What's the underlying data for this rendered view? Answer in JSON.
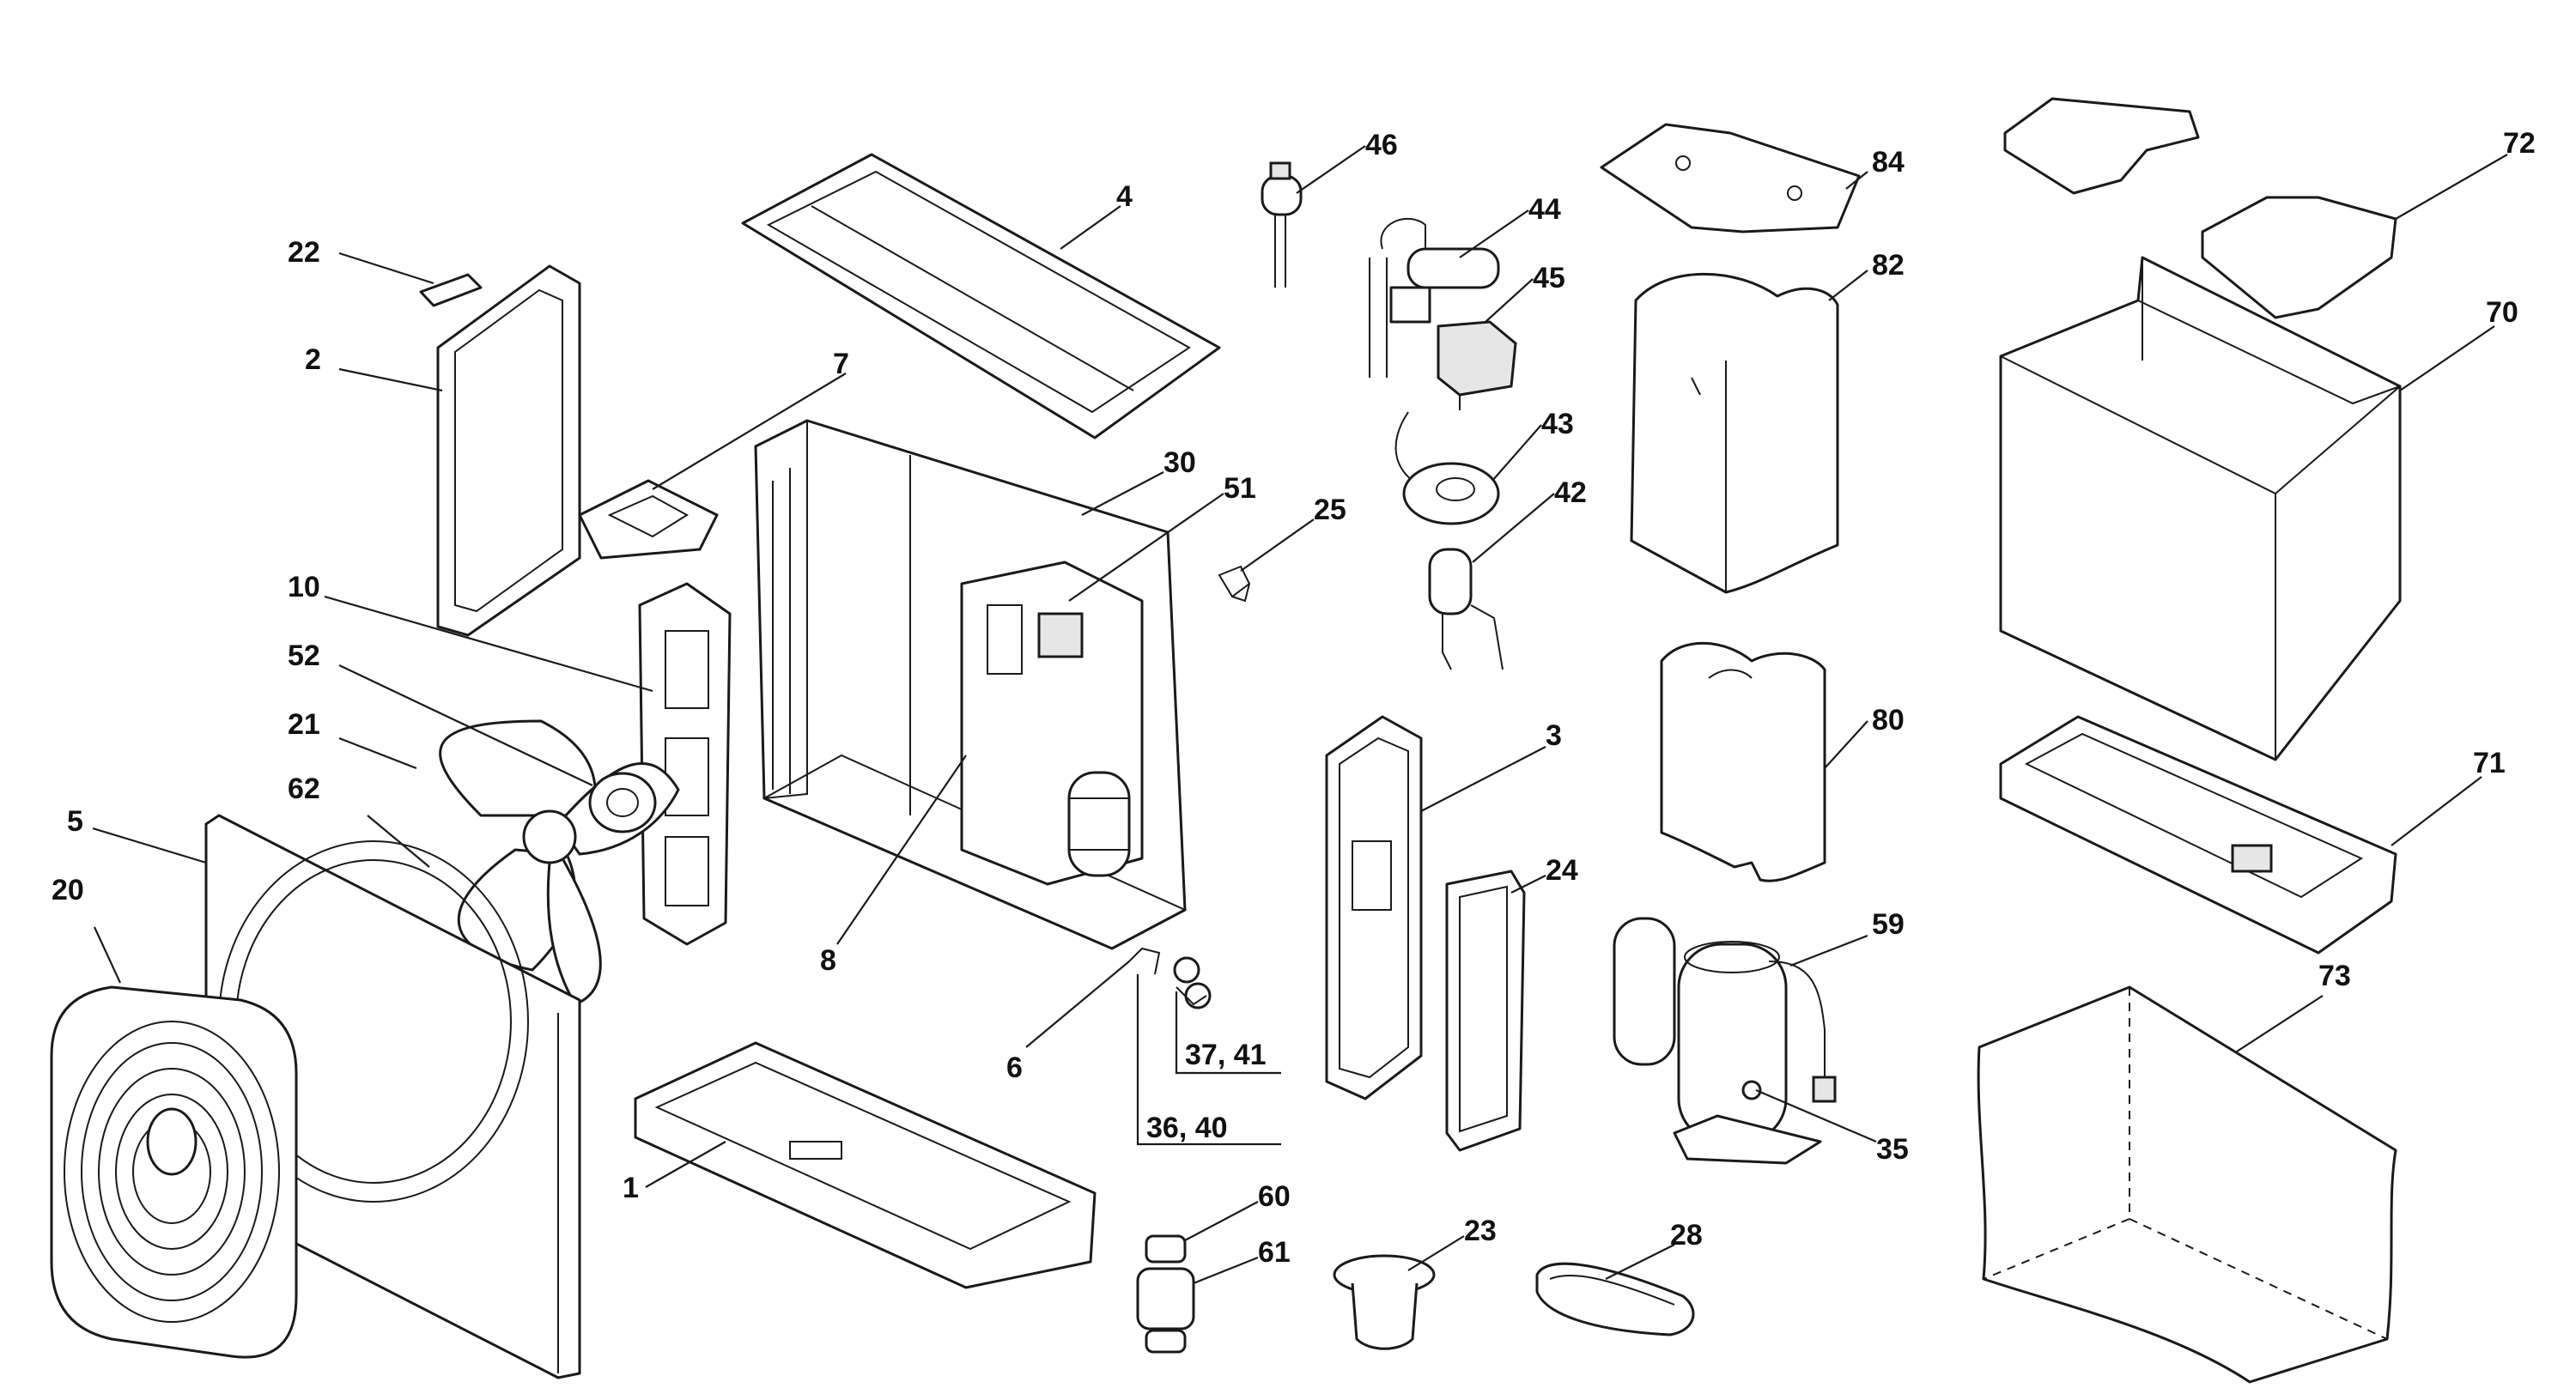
{
  "callouts": [
    {
      "id": "p1",
      "label": "1"
    },
    {
      "id": "p2",
      "label": "2"
    },
    {
      "id": "p3",
      "label": "3"
    },
    {
      "id": "p4",
      "label": "4"
    },
    {
      "id": "p5",
      "label": "5"
    },
    {
      "id": "p6",
      "label": "6"
    },
    {
      "id": "p7",
      "label": "7"
    },
    {
      "id": "p8",
      "label": "8"
    },
    {
      "id": "p10",
      "label": "10"
    },
    {
      "id": "p20",
      "label": "20"
    },
    {
      "id": "p21",
      "label": "21"
    },
    {
      "id": "p22",
      "label": "22"
    },
    {
      "id": "p23",
      "label": "23"
    },
    {
      "id": "p24",
      "label": "24"
    },
    {
      "id": "p25",
      "label": "25"
    },
    {
      "id": "p28",
      "label": "28"
    },
    {
      "id": "p30",
      "label": "30"
    },
    {
      "id": "p35",
      "label": "35"
    },
    {
      "id": "p36_40",
      "label": "36, 40"
    },
    {
      "id": "p37_41",
      "label": "37, 41"
    },
    {
      "id": "p42",
      "label": "42"
    },
    {
      "id": "p43",
      "label": "43"
    },
    {
      "id": "p44",
      "label": "44"
    },
    {
      "id": "p45",
      "label": "45"
    },
    {
      "id": "p46",
      "label": "46"
    },
    {
      "id": "p51",
      "label": "51"
    },
    {
      "id": "p52",
      "label": "52"
    },
    {
      "id": "p59",
      "label": "59"
    },
    {
      "id": "p60",
      "label": "60"
    },
    {
      "id": "p61",
      "label": "61"
    },
    {
      "id": "p62",
      "label": "62"
    },
    {
      "id": "p70",
      "label": "70"
    },
    {
      "id": "p71",
      "label": "71"
    },
    {
      "id": "p72",
      "label": "72"
    },
    {
      "id": "p73",
      "label": "73"
    },
    {
      "id": "p80",
      "label": "80"
    },
    {
      "id": "p82",
      "label": "82"
    },
    {
      "id": "p84",
      "label": "84"
    }
  ]
}
